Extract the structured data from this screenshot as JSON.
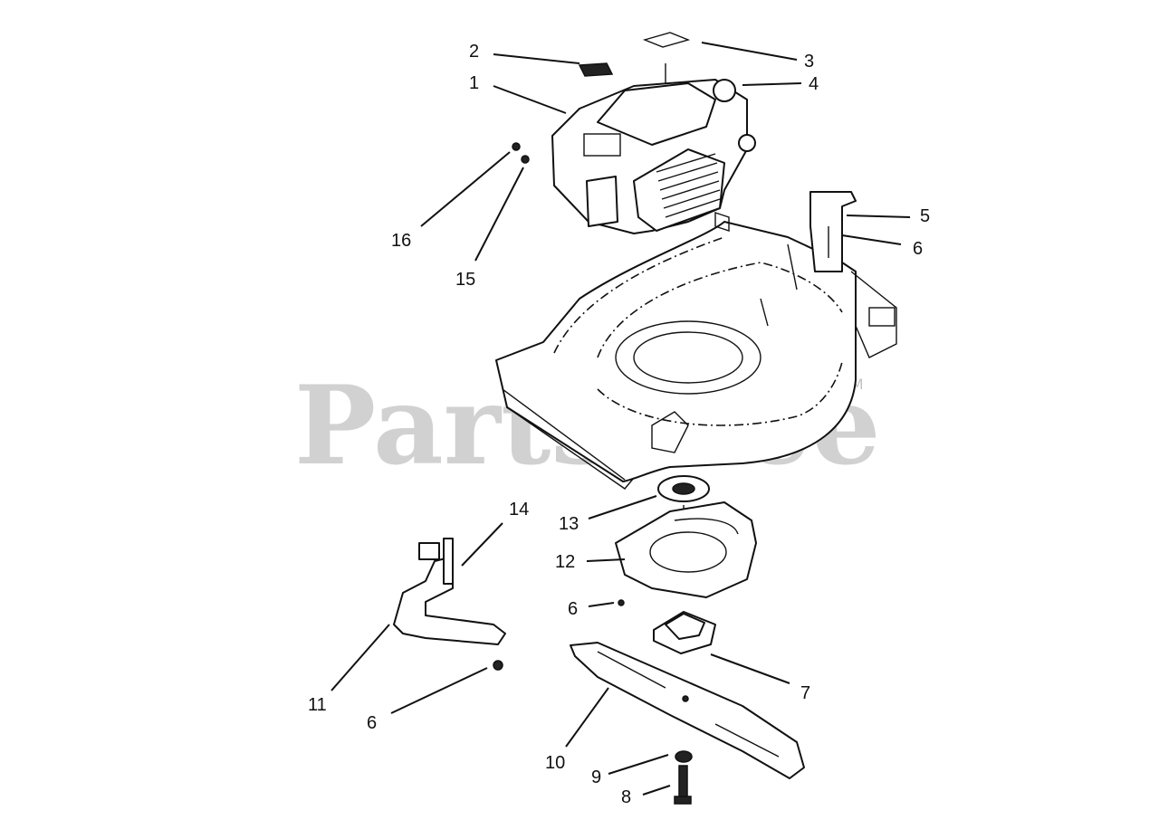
{
  "watermark": {
    "text": "PartsTree",
    "trademark": "TM"
  },
  "callouts": {
    "c1": "1",
    "c2": "2",
    "c3": "3",
    "c4": "4",
    "c5": "5",
    "c6a": "6",
    "c6b": "6",
    "c6c": "6",
    "c7": "7",
    "c8": "8",
    "c9": "9",
    "c10": "10",
    "c11": "11",
    "c12": "12",
    "c13": "13",
    "c14": "14",
    "c15": "15",
    "c16": "16"
  }
}
